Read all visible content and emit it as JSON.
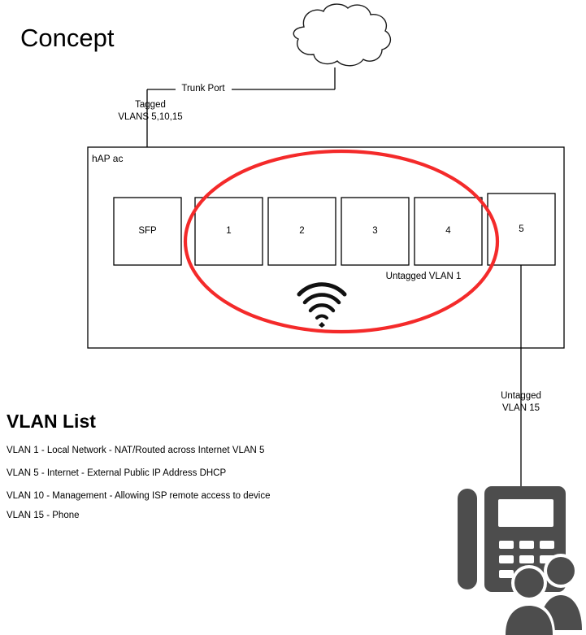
{
  "page": {
    "title": "Concept",
    "background_color": "#ffffff",
    "line_color": "#000000",
    "highlight_color": "#f42a2a",
    "icon_color": "#4d4d4d"
  },
  "diagram": {
    "cloud": {
      "name": "internet-cloud",
      "label": ""
    },
    "trunk": {
      "link_label": "Trunk Port",
      "tagged_line1": "Tagged",
      "tagged_line2": "VLANS 5,10,15"
    },
    "device": {
      "label": "hAP ac",
      "ports": [
        {
          "id": "sfp",
          "label": "SFP"
        },
        {
          "id": "p1",
          "label": "1"
        },
        {
          "id": "p2",
          "label": "2"
        },
        {
          "id": "p3",
          "label": "3"
        },
        {
          "id": "p4",
          "label": "4"
        },
        {
          "id": "p5",
          "label": "5"
        }
      ],
      "wifi_icon": "wifi-icon",
      "highlight_label": "Untagged VLAN 1"
    },
    "phone_link": {
      "line1": "Untagged",
      "line2": "VLAN 15"
    },
    "phone": {
      "name": "desk-phone-users-icon"
    }
  },
  "vlan_list": {
    "heading": "VLAN List",
    "entries": [
      "VLAN 1 - Local Network - NAT/Routed across Internet VLAN 5",
      "VLAN 5 - Internet - External Public IP Address DHCP",
      "VLAN 10 - Management - Allowing ISP remote access to device",
      "VLAN 15 - Phone"
    ]
  }
}
